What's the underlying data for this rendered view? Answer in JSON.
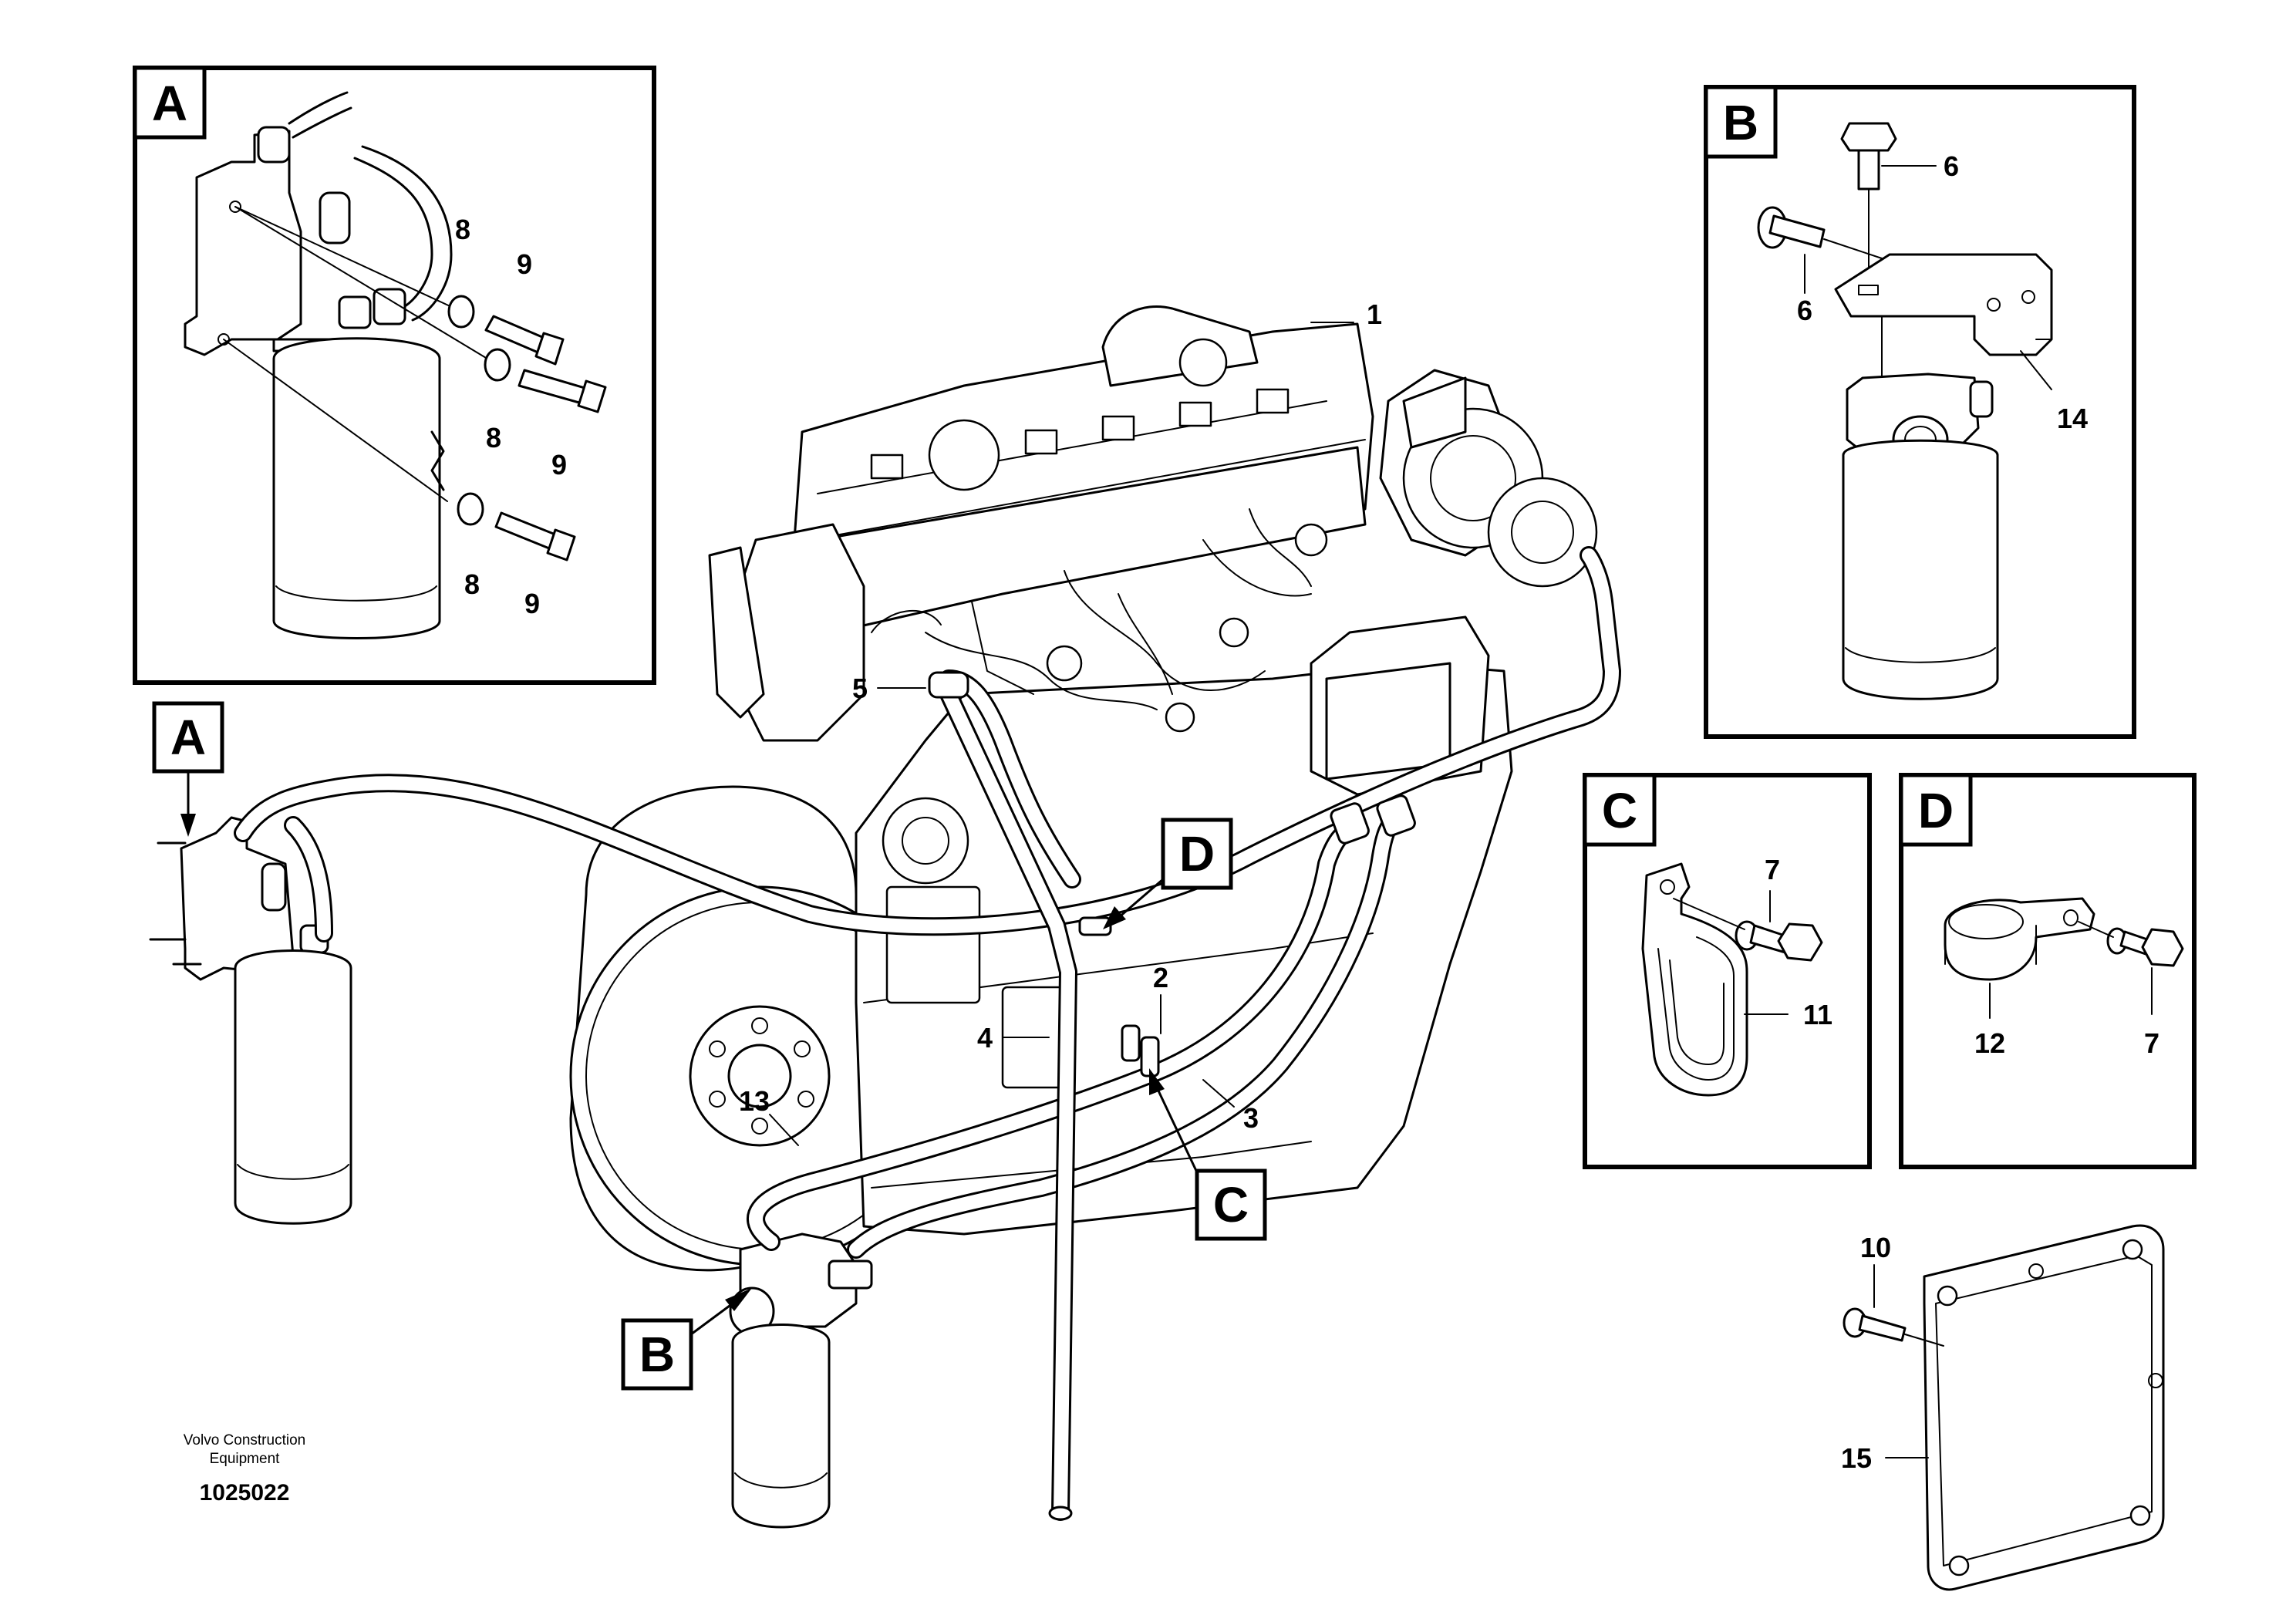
{
  "detail_views": {
    "A": {
      "letter": "A"
    },
    "B": {
      "letter": "B"
    },
    "C": {
      "letter": "C"
    },
    "D": {
      "letter": "D"
    }
  },
  "main_tags": {
    "A": "A",
    "B": "B",
    "C": "C",
    "D": "D"
  },
  "callouts": {
    "p1": "1",
    "p2": "2",
    "p3": "3",
    "p4": "4",
    "p5": "5",
    "p6a": "6",
    "p6b": "6",
    "p7c": "7",
    "p7d": "7",
    "p8a": "8",
    "p8b": "8",
    "p8c": "8",
    "p9a": "9",
    "p9b": "9",
    "p9c": "9",
    "p10": "10",
    "p11": "11",
    "p12": "12",
    "p13": "13",
    "p14": "14",
    "p15": "15"
  },
  "footer": {
    "credit_line1": "Volvo Construction",
    "credit_line2": "Equipment",
    "document_number": "1025022"
  }
}
